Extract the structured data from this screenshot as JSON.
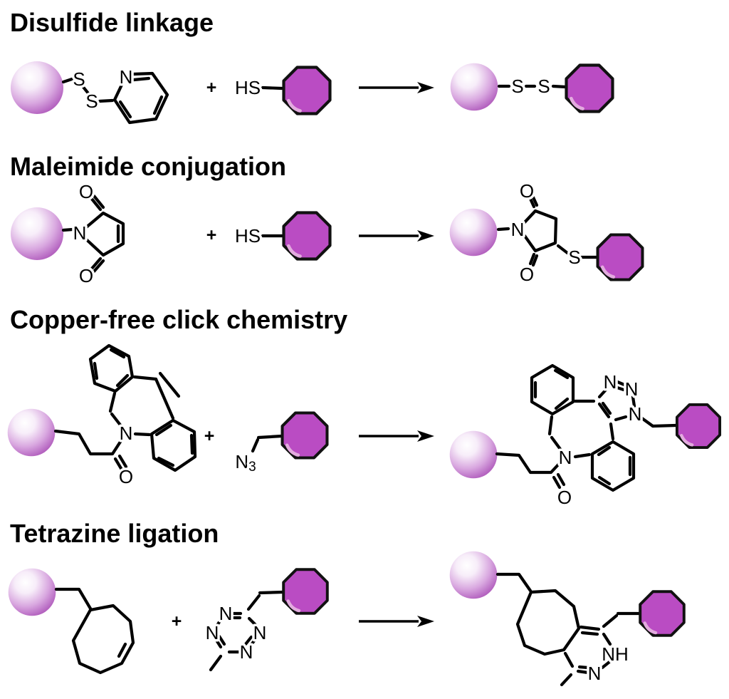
{
  "colors": {
    "line": "#000000",
    "text": "#000000",
    "background": "#ffffff",
    "sphere_stop_0": "#ffffff",
    "sphere_stop_1": "#f7edf9",
    "sphere_stop_2": "#d9a8e0",
    "sphere_stop_3": "#ba6ec5",
    "sphere_stop_4": "#a94fb4",
    "octagon_fill": "#ba4cc3",
    "octagon_stroke": "#111111",
    "octagon_shine": "#e3abdf"
  },
  "sections": [
    {
      "title": "Disulfide linkage",
      "labels": {
        "s_top": "S",
        "s_bottom": "S",
        "pyridine_n": "N",
        "plus": "+",
        "thiol": "HS",
        "product_s1": "S",
        "product_s2": "S"
      }
    },
    {
      "title": "Maleimide conjugation",
      "labels": {
        "ring_n": "N",
        "o_top": "O",
        "o_bottom": "O",
        "plus": "+",
        "thiol": "HS",
        "product_n": "N",
        "product_o_top": "O",
        "product_o_bottom": "O",
        "product_s": "S"
      }
    },
    {
      "title": "Copper-free click chemistry",
      "labels": {
        "amide_n": "N",
        "amide_o": "O",
        "plus": "+",
        "azide_n": "N",
        "azide_subscript": "3",
        "product_amide_n": "N",
        "product_amide_o": "O",
        "triazole_n1": "N",
        "triazole_n2": "N",
        "triazole_n3": "N"
      }
    },
    {
      "title": "Tetrazine ligation",
      "labels": {
        "plus": "+",
        "tetrazine_n_topleft": "N",
        "tetrazine_n_left": "N",
        "tetrazine_n_right": "N",
        "tetrazine_n_bottom": "N",
        "product_nh": "NH",
        "product_n": "N"
      }
    }
  ]
}
